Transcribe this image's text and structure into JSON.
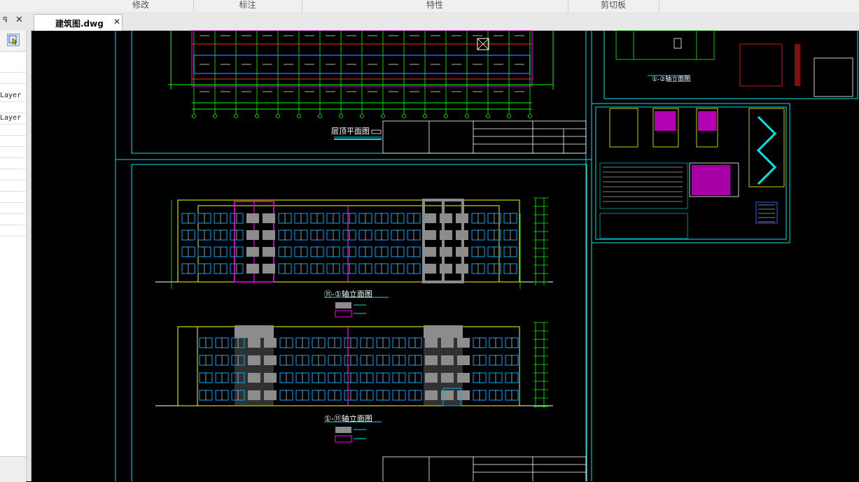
{
  "ribbon": {
    "modify": "修改",
    "annotate": "标注",
    "properties": "特性",
    "clipboard": "剪切板"
  },
  "panel": {
    "pin_icon": "ꟼ",
    "close_icon": "✕",
    "layer_label_1": "Layer",
    "layer_label_2": "Layer"
  },
  "document": {
    "tab_name": "建筑图.dwg",
    "close_icon": "✕"
  },
  "drawing": {
    "floor_plan_title": "层顶平面图",
    "elevation_1_title": "⑪-①轴立面图",
    "elevation_2_title": "①-⑪轴立面图",
    "side_elevation_title": "①-②轴立面图"
  },
  "colors": {
    "line_cyan": "#00e5e5",
    "line_green": "#00ff00",
    "line_magenta": "#ff00ff",
    "line_blue": "#2a5cff",
    "line_yellow": "#ffff00",
    "line_red": "#ff2020",
    "fill_gray": "#8c8c8c",
    "window_blue": "#00aaff"
  }
}
